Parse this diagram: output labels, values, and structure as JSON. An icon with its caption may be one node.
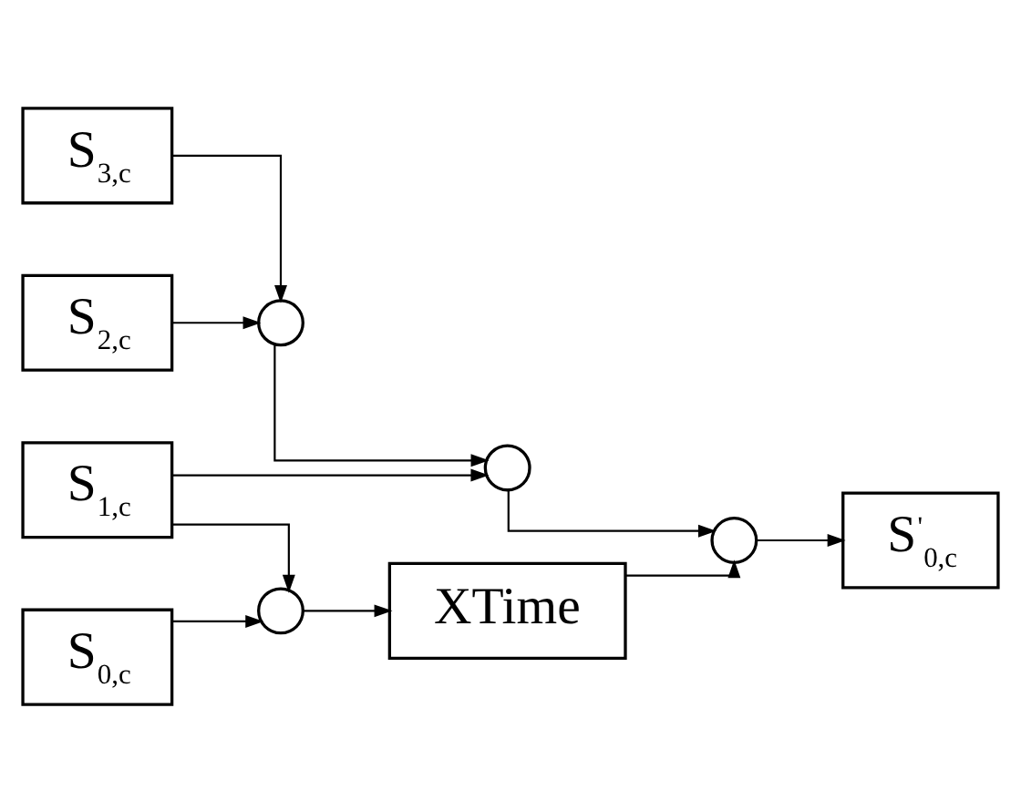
{
  "diagram": {
    "nodes": [
      {
        "text": [
          "S$_{3,c}$"
        ]
      },
      {
        "text": [
          "S$_{2,c}$"
        ]
      },
      {
        "text": [
          "S$_{1,c}$"
        ]
      },
      {
        "text": [
          "S$_{0,c}$"
        ]
      },
      {
        "text": [],
        "shape": "circle"
      },
      {
        "text": [],
        "shape": "circle"
      },
      {
        "text": [],
        "shape": "circle"
      },
      {
        "text": [
          "XTime"
        ]
      },
      {
        "text": [],
        "shape": "circle"
      },
      {
        "text": [
          "S$^{'}$$_{0,c}$"
        ]
      }
    ],
    "edges": [
      {
        "from": 0,
        "to": 4,
        "arrow": "to"
      },
      {
        "from": 1,
        "to": 4,
        "arrow": "to"
      },
      {
        "from": 4,
        "to": 5,
        "arrow": "to"
      },
      {
        "from": 2,
        "to": 5,
        "arrow": "to"
      },
      {
        "from": 2,
        "to": 6,
        "arrow": "to"
      },
      {
        "from": 3,
        "to": 6,
        "arrow": "to"
      },
      {
        "from": 6,
        "to": 7,
        "arrow": "to"
      },
      {
        "from": 5,
        "to": 8,
        "arrow": "to"
      },
      {
        "from": 7,
        "to": 8,
        "arrow": "to"
      },
      {
        "from": 8,
        "to": 9,
        "arrow": "to"
      }
    ]
  }
}
